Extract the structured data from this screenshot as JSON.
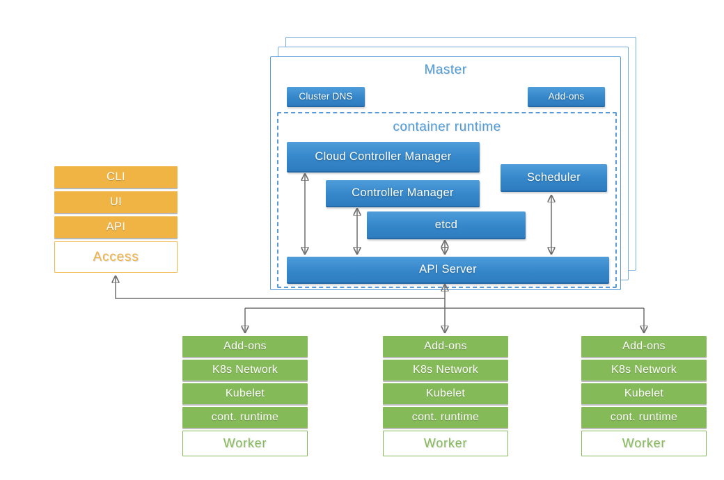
{
  "master": {
    "title": "Master",
    "cluster_dns": "Cluster DNS",
    "addons": "Add-ons",
    "runtime_title": "container runtime",
    "cloud_controller_manager": "Cloud Controller Manager",
    "controller_manager": "Controller Manager",
    "scheduler": "Scheduler",
    "etcd": "etcd",
    "api_server": "API Server"
  },
  "access": {
    "layers": [
      "CLI",
      "UI",
      "API"
    ],
    "label": "Access"
  },
  "workers": [
    {
      "layers": [
        "Add-ons",
        "K8s Network",
        "Kubelet",
        "cont. runtime"
      ],
      "label": "Worker"
    },
    {
      "layers": [
        "Add-ons",
        "K8s Network",
        "Kubelet",
        "cont. runtime"
      ],
      "label": "Worker"
    },
    {
      "layers": [
        "Add-ons",
        "K8s Network",
        "Kubelet",
        "cont. runtime"
      ],
      "label": "Worker"
    }
  ],
  "colors": {
    "blue_gradient_top": "#4f9dda",
    "blue_gradient_bottom": "#2e7cbf",
    "blue_border": "#5b9bd5",
    "title_blue": "#4f9cd8",
    "orange": "#f0b445",
    "green": "#85ba58",
    "connector_gray": "#6e6e6e"
  }
}
